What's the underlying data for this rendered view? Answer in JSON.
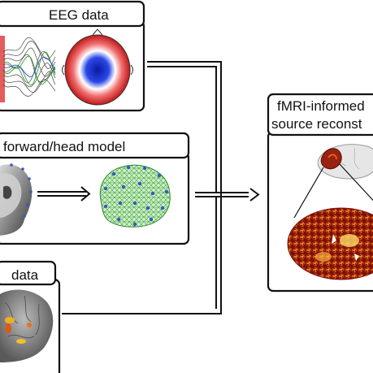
{
  "panels": {
    "eeg": {
      "title": "EEG data"
    },
    "forward": {
      "title": "forward/head model"
    },
    "fmri": {
      "title": "data"
    },
    "output": {
      "title_line1": "fMRI-informed",
      "title_line2": "source reconst"
    }
  },
  "colors": {
    "frame": "#111111",
    "tag_bg": "#ffffff",
    "topo_red": "#d42a2a",
    "topo_blue": "#1530c8",
    "mesh_green": "#4ab84a",
    "sensor_blue": "#3a55c8",
    "cortex_dark": "#8e1a10",
    "cortex_hot": "#f0a01c"
  },
  "icons": [
    "eeg-traces-image",
    "scalp-topography-image",
    "mri-head-image",
    "head-mesh-image",
    "brain-fmri-image",
    "brain-source-image"
  ]
}
